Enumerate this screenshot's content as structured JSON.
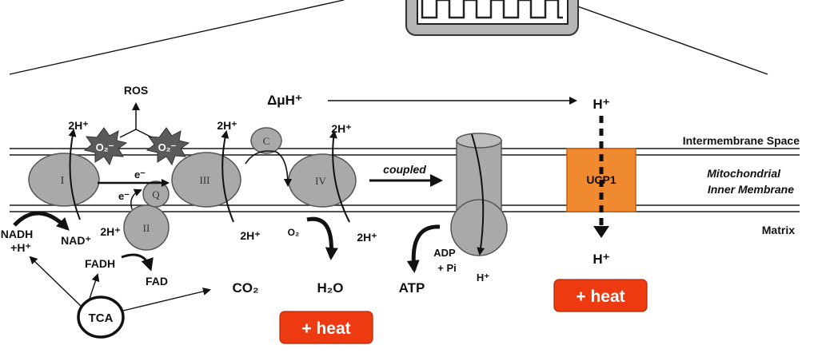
{
  "colors": {
    "membrane": "#1a1a1a",
    "complex_fill": "#a9a9a9",
    "complex_stroke": "#555555",
    "star_fill": "#5a5a5a",
    "ucp1_fill": "#f08a30",
    "ucp1_border": "#c86010",
    "heat_fill": "#ee3a10",
    "heat_text": "#ffffff"
  },
  "regions": {
    "intermembrane": "Intermembrane Space",
    "membrane_line1": "Mitochondrial",
    "membrane_line2": "Inner Membrane",
    "matrix": "Matrix"
  },
  "complexes": {
    "c1": "I",
    "c2": "II",
    "c3": "III",
    "c4": "IV",
    "q": "Q",
    "c": "C",
    "ucp1": "UCP1"
  },
  "labels": {
    "ros": "ROS",
    "superoxide_1": "O₂⁻",
    "superoxide_2": "O₂⁻",
    "h_c1": "2H⁺",
    "h_c3": "2H⁺",
    "h_c4": "2H⁺",
    "h_c3_matrix": "2H⁺",
    "h_c4_matrix": "2H⁺",
    "h_c2_matrix": "2H⁺",
    "e1": "e⁻",
    "e2": "e⁻",
    "nadh_1": "NADH",
    "nadh_2": "+H⁺",
    "nad": "NAD⁺",
    "fadh": "FADH",
    "fad": "FAD",
    "tca": "TCA",
    "co2": "CO₂",
    "o2": "O₂",
    "h2o": "H₂O",
    "atp": "ATP",
    "adp_1": "ADP",
    "adp_2": "+ Pi",
    "h_atpase": "H⁺",
    "delta_mu": "ΔμH⁺",
    "h_ucp_top": "H⁺",
    "h_ucp_bottom": "H⁺",
    "coupled": "coupled"
  },
  "heat_boxes": {
    "left": "+ heat",
    "right": "+ heat"
  }
}
